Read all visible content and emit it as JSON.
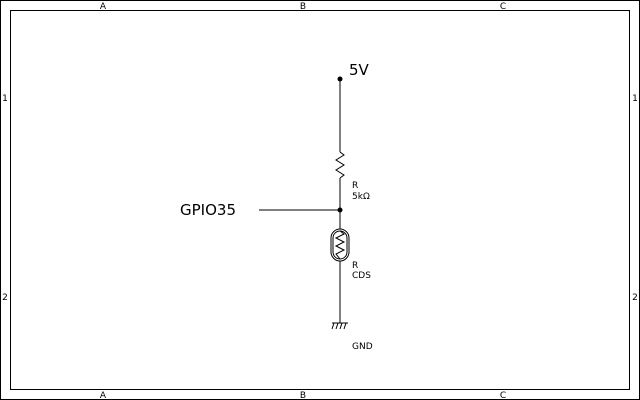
{
  "frame": {
    "columns": [
      "A",
      "B",
      "C"
    ],
    "rows": [
      "1",
      "2"
    ]
  },
  "nets": {
    "power": "5V",
    "signal": "GPIO35",
    "ground": "GND"
  },
  "components": {
    "resistor": {
      "designator": "R",
      "value": "5kΩ"
    },
    "photoresistor": {
      "designator": "R",
      "value": "CDS"
    }
  }
}
